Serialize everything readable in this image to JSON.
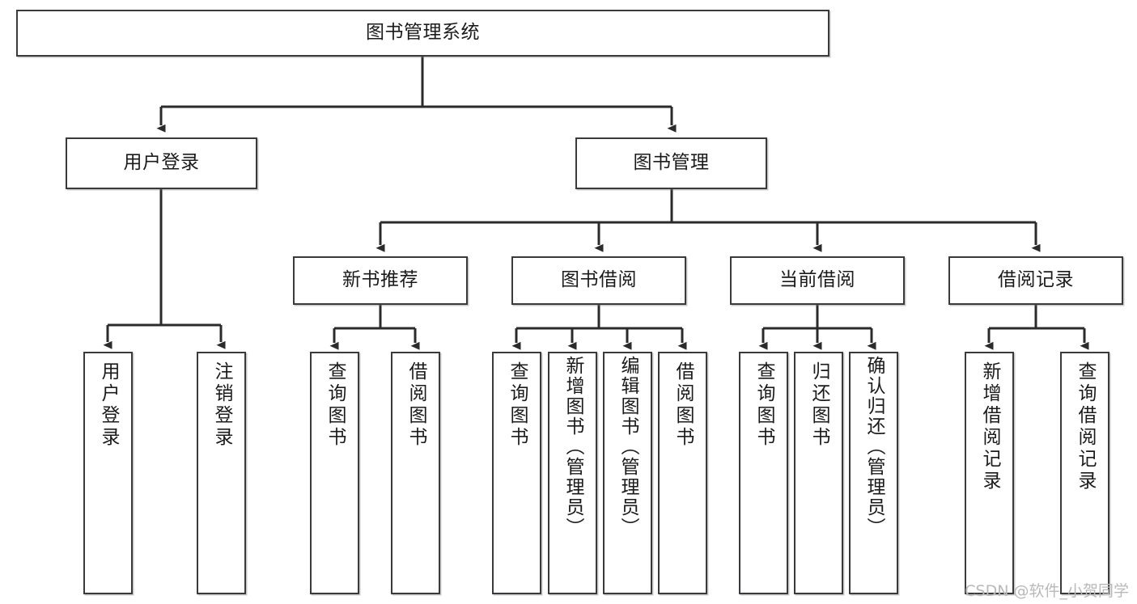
{
  "diagram": {
    "type": "tree-hierarchy-chart",
    "title": "图书管理系统",
    "colors": {
      "node_border": "#3a3a3c",
      "node_fill": "#ffffff",
      "edge": "#2b2b2b",
      "text": "#1b1b1b",
      "background": "#ffffff",
      "watermark": "#b9b9b9"
    },
    "root": {
      "label": "图书管理系统"
    },
    "level2": [
      {
        "label": "用户登录"
      },
      {
        "label": "图书管理"
      }
    ],
    "level3": [
      {
        "label": "新书推荐"
      },
      {
        "label": "图书借阅"
      },
      {
        "label": "当前借阅"
      },
      {
        "label": "借阅记录"
      }
    ],
    "leaves": [
      {
        "label": "用户登录",
        "parent": "用户登录"
      },
      {
        "label": "注销登录",
        "parent": "用户登录"
      },
      {
        "label": "查询图书",
        "parent": "新书推荐"
      },
      {
        "label": "借阅图书",
        "parent": "新书推荐"
      },
      {
        "label": "查询图书",
        "parent": "图书借阅"
      },
      {
        "label": "新增图书（管理员）",
        "parent": "图书借阅"
      },
      {
        "label": "编辑图书（管理员）",
        "parent": "图书借阅"
      },
      {
        "label": "借阅图书",
        "parent": "图书借阅"
      },
      {
        "label": "查询图书",
        "parent": "当前借阅"
      },
      {
        "label": "归还图书",
        "parent": "当前借阅"
      },
      {
        "label": "确认归还（管理员）",
        "parent": "当前借阅"
      },
      {
        "label": "新增借阅记录",
        "parent": "借阅记录"
      },
      {
        "label": "查询借阅记录",
        "parent": "借阅记录"
      }
    ]
  },
  "watermark": {
    "text": "CSDN @软件_小贺同学"
  }
}
